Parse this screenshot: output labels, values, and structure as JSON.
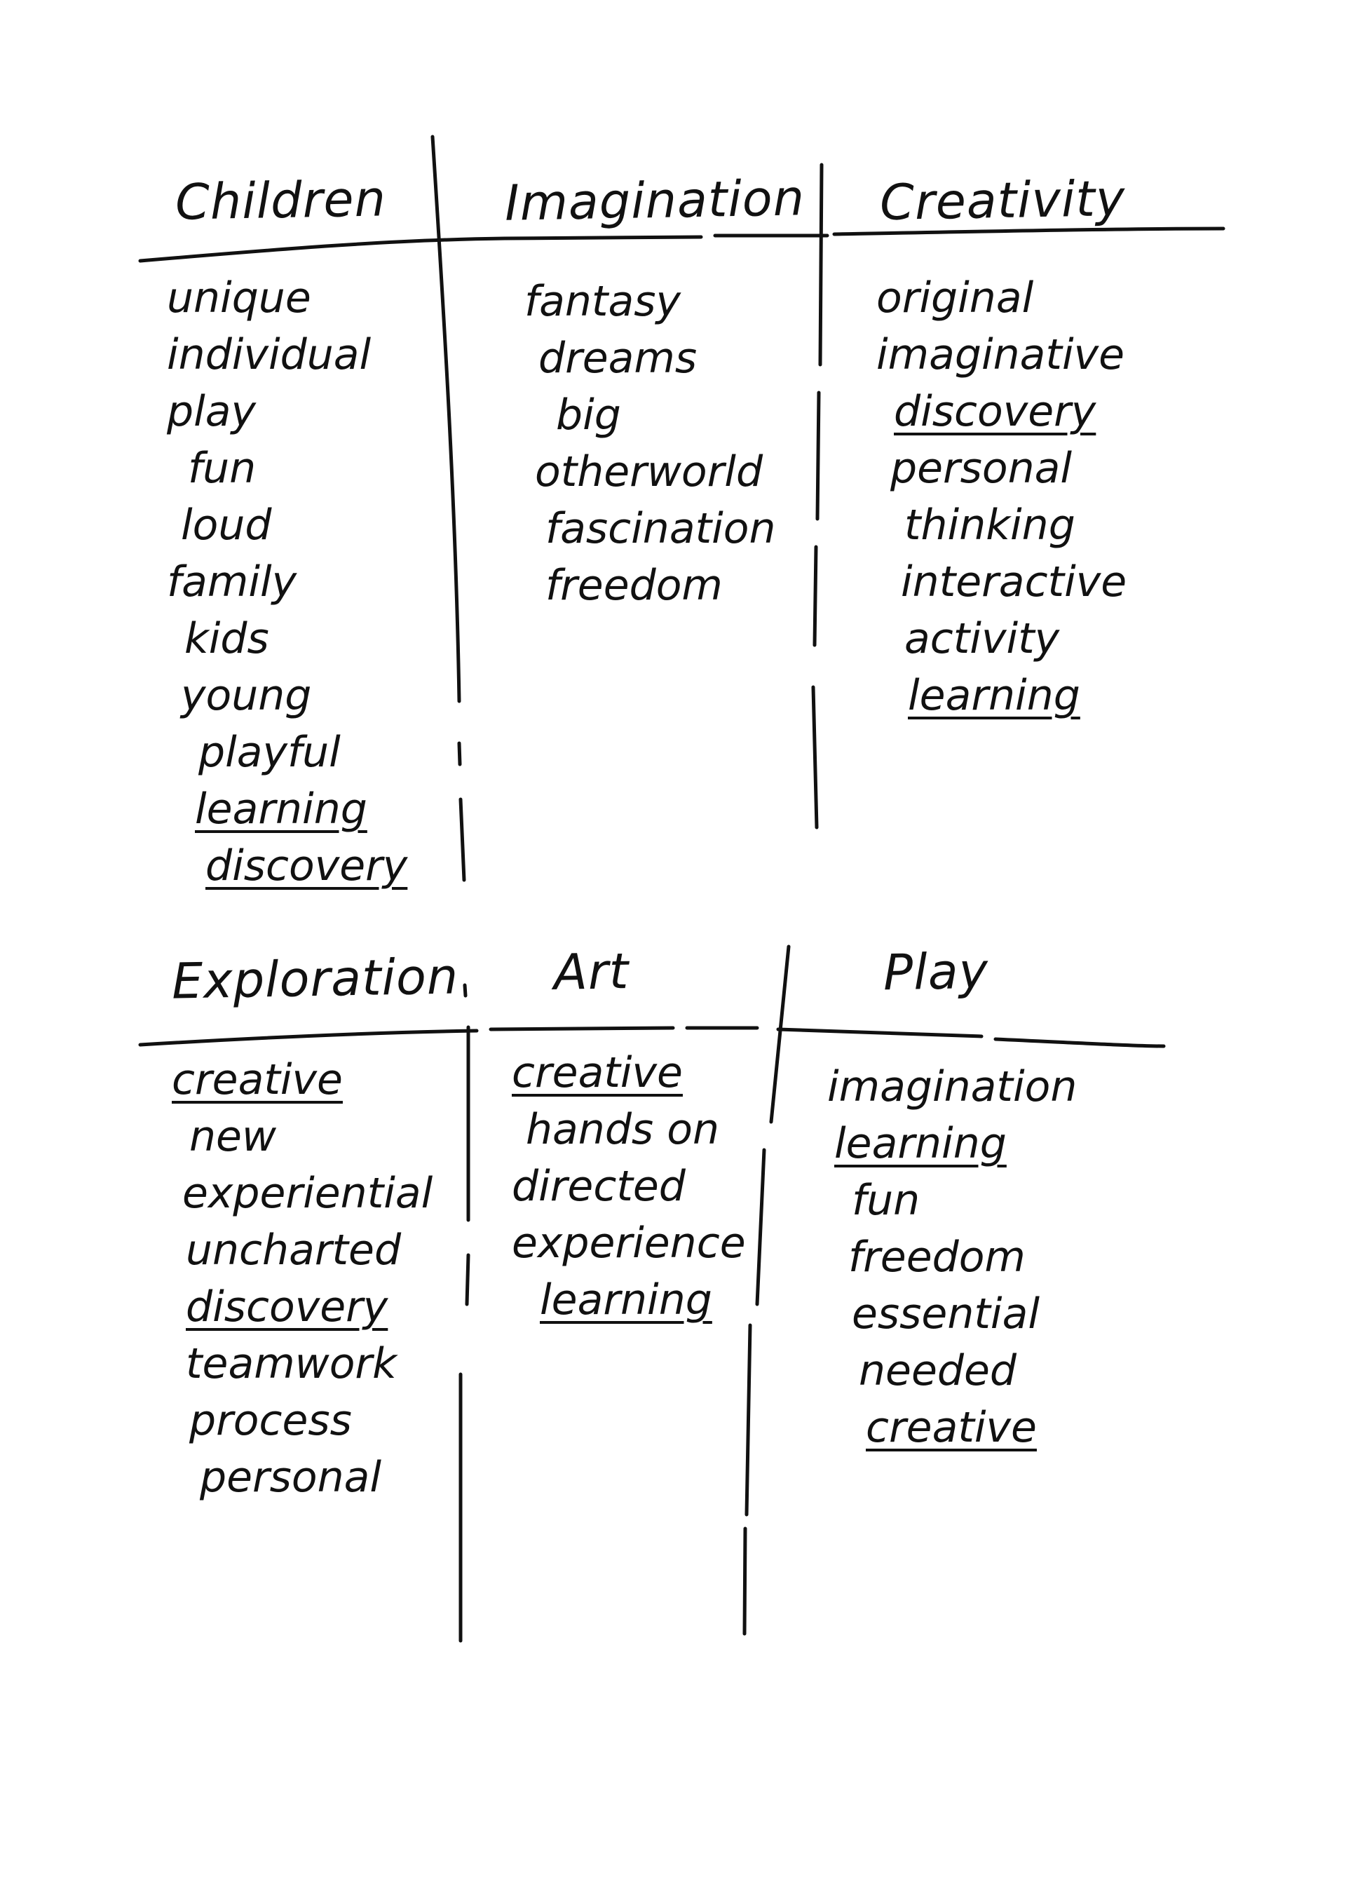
{
  "sections": [
    {
      "heading": "Children",
      "words": [
        {
          "text": "unique",
          "underlined": false
        },
        {
          "text": "individual",
          "underlined": false
        },
        {
          "text": "play",
          "underlined": false
        },
        {
          "text": "fun",
          "underlined": false
        },
        {
          "text": "loud",
          "underlined": false
        },
        {
          "text": "family",
          "underlined": false
        },
        {
          "text": "kids",
          "underlined": false
        },
        {
          "text": "young",
          "underlined": false
        },
        {
          "text": "playful",
          "underlined": false
        },
        {
          "text": "learning",
          "underlined": true
        },
        {
          "text": "discovery",
          "underlined": true
        }
      ]
    },
    {
      "heading": "Imagination",
      "words": [
        {
          "text": "fantasy",
          "underlined": false
        },
        {
          "text": "dreams",
          "underlined": false
        },
        {
          "text": "big",
          "underlined": false
        },
        {
          "text": "otherworld",
          "underlined": false
        },
        {
          "text": "fascination",
          "underlined": false
        },
        {
          "text": "freedom",
          "underlined": false
        }
      ]
    },
    {
      "heading": "Creativity",
      "words": [
        {
          "text": "original",
          "underlined": false
        },
        {
          "text": "imaginative",
          "underlined": false
        },
        {
          "text": "discovery",
          "underlined": true
        },
        {
          "text": "personal",
          "underlined": false
        },
        {
          "text": "thinking",
          "underlined": false
        },
        {
          "text": "interactive",
          "underlined": false
        },
        {
          "text": "activity",
          "underlined": false
        },
        {
          "text": "learning",
          "underlined": true
        }
      ]
    },
    {
      "heading": "Exploration",
      "words": [
        {
          "text": "creative",
          "underlined": true
        },
        {
          "text": "new",
          "underlined": false
        },
        {
          "text": "experiential",
          "underlined": false
        },
        {
          "text": "uncharted",
          "underlined": false
        },
        {
          "text": "discovery",
          "underlined": true
        },
        {
          "text": "teamwork",
          "underlined": false
        },
        {
          "text": "process",
          "underlined": false
        },
        {
          "text": "personal",
          "underlined": false
        }
      ]
    },
    {
      "heading": "Art",
      "words": [
        {
          "text": "creative",
          "underlined": true
        },
        {
          "text": "hands on",
          "underlined": false
        },
        {
          "text": "directed",
          "underlined": false
        },
        {
          "text": "experience",
          "underlined": false
        },
        {
          "text": "learning",
          "underlined": true
        }
      ]
    },
    {
      "heading": "Play",
      "words": [
        {
          "text": "imagination",
          "underlined": false
        },
        {
          "text": "learning",
          "underlined": true
        },
        {
          "text": "fun",
          "underlined": false
        },
        {
          "text": "freedom",
          "underlined": false
        },
        {
          "text": "essential",
          "underlined": false
        },
        {
          "text": "needed",
          "underlined": false
        },
        {
          "text": "creative",
          "underlined": true
        }
      ]
    }
  ],
  "colors": {
    "ink": "#111111",
    "paper": "#ffffff"
  }
}
